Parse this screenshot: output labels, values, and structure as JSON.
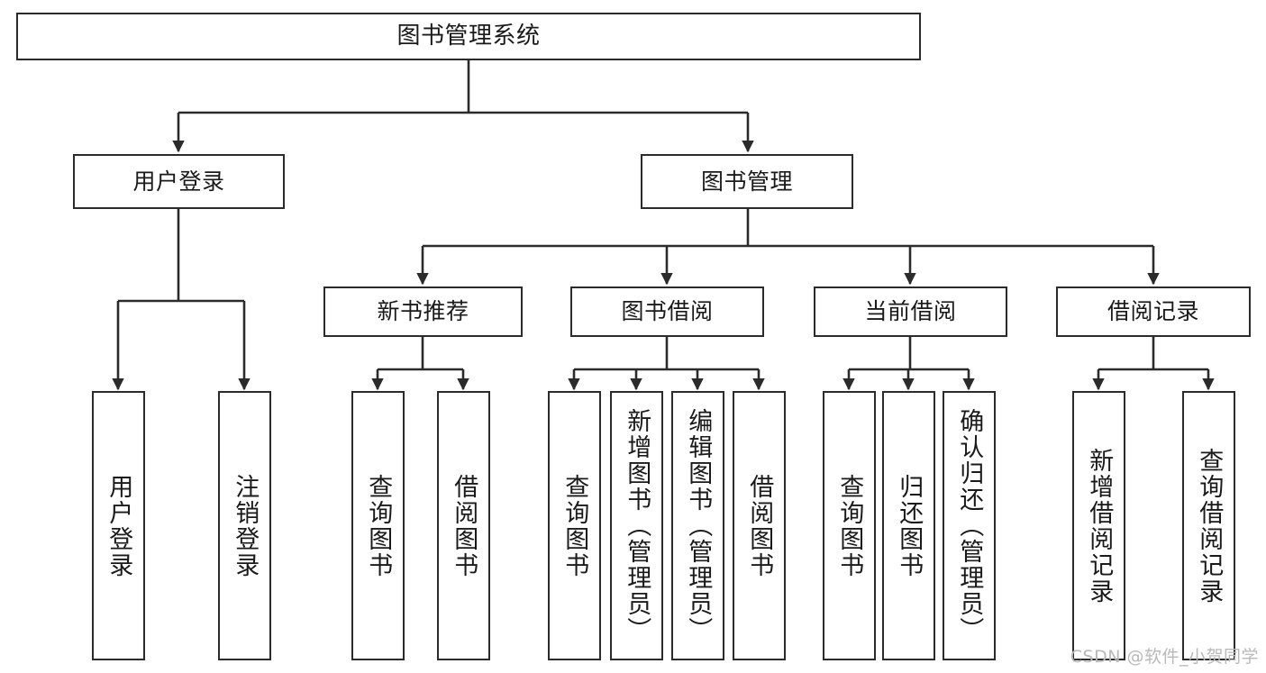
{
  "diagram": {
    "title": "图书管理系统",
    "type": "tree-hierarchy-diagram",
    "root": {
      "id": "root",
      "label": "图书管理系统"
    },
    "level2": [
      {
        "id": "user-login",
        "label": "用户登录"
      },
      {
        "id": "book-manage",
        "label": "图书管理"
      }
    ],
    "level3": [
      {
        "id": "new-book-rec",
        "label": "新书推荐",
        "parent": "book-manage"
      },
      {
        "id": "book-borrow",
        "label": "图书借阅",
        "parent": "book-manage"
      },
      {
        "id": "current-borrow",
        "label": "当前借阅",
        "parent": "book-manage"
      },
      {
        "id": "borrow-record",
        "label": "借阅记录",
        "parent": "book-manage"
      }
    ],
    "leaves": [
      {
        "id": "leaf-user-login",
        "label": "用户登录",
        "parent": "user-login"
      },
      {
        "id": "leaf-logout",
        "label": "注销登录",
        "parent": "user-login"
      },
      {
        "id": "leaf-query-book-1",
        "label": "查询图书",
        "parent": "new-book-rec"
      },
      {
        "id": "leaf-borrow-book-1",
        "label": "借阅图书",
        "parent": "new-book-rec"
      },
      {
        "id": "leaf-query-book-2",
        "label": "查询图书",
        "parent": "book-borrow"
      },
      {
        "id": "leaf-add-book",
        "label": "新增图书（管理员）",
        "parent": "book-borrow"
      },
      {
        "id": "leaf-edit-book",
        "label": "编辑图书（管理员）",
        "parent": "book-borrow"
      },
      {
        "id": "leaf-borrow-book-2",
        "label": "借阅图书",
        "parent": "book-borrow"
      },
      {
        "id": "leaf-query-book-3",
        "label": "查询图书",
        "parent": "current-borrow"
      },
      {
        "id": "leaf-return-book",
        "label": "归还图书",
        "parent": "current-borrow"
      },
      {
        "id": "leaf-confirm-return",
        "label": "确认归还（管理员）",
        "parent": "current-borrow"
      },
      {
        "id": "leaf-add-record",
        "label": "新增借阅记录",
        "parent": "borrow-record"
      },
      {
        "id": "leaf-query-record",
        "label": "查询借阅记录",
        "parent": "borrow-record"
      }
    ],
    "watermark": "CSDN @软件_小贺同学",
    "colors": {
      "stroke": "#2b2b2b",
      "box_fill": "#ffffff",
      "text": "#1a1a1a",
      "watermark": "#b9b9b9",
      "background": "#ffffff"
    }
  }
}
